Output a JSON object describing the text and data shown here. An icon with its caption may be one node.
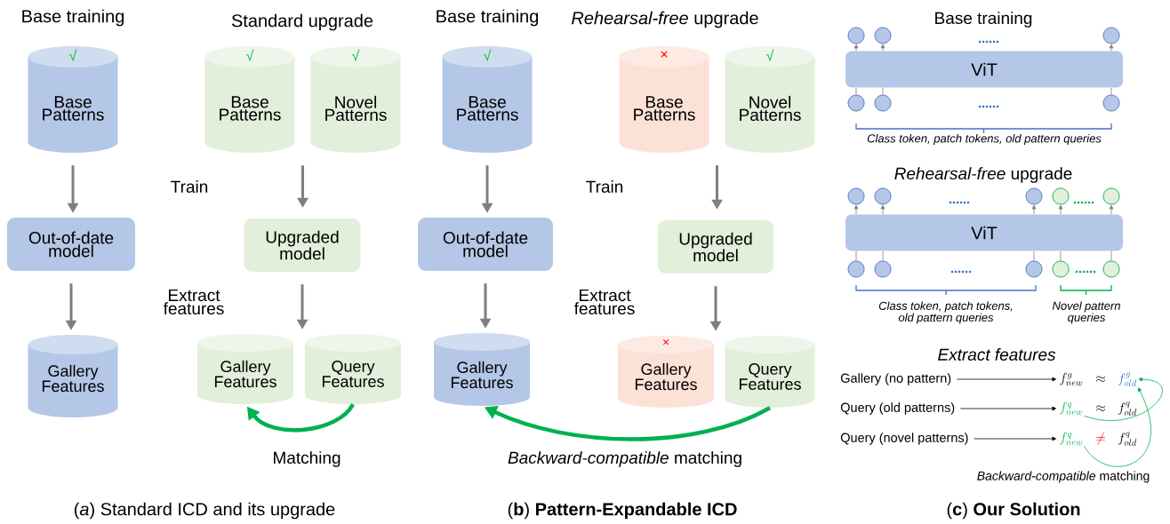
{
  "diagram": {
    "nodes": [
      {
        "text": [
          "√",
          "Base Patterns"
        ]
      },
      {
        "text": [
          "Out-of-date model"
        ]
      },
      {
        "text": [
          "Gallery Features"
        ]
      },
      {
        "text": [
          "√",
          "Base Patterns"
        ]
      },
      {
        "text": [
          "√",
          "Novel Patterns"
        ]
      },
      {
        "text": [
          "Upgraded model"
        ]
      },
      {
        "text": [
          "Gallery Features"
        ]
      },
      {
        "text": [
          "Query Features"
        ]
      },
      {
        "text": [
          "√",
          "Base Patterns"
        ]
      },
      {
        "text": [
          "Out-of-date model"
        ]
      },
      {
        "text": [
          "Gallery Features"
        ]
      },
      {
        "text": [
          "×",
          "Base Patterns"
        ]
      },
      {
        "text": [
          "√",
          "Novel Patterns"
        ]
      },
      {
        "text": [
          "Upgraded model"
        ]
      },
      {
        "text": [
          "×",
          "Gallery Features"
        ]
      },
      {
        "text": [
          "Query Features"
        ]
      },
      {
        "text": [],
        "shape": "circle"
      },
      {
        "text": [],
        "shape": "circle"
      },
      {
        "text": [],
        "shape": "circle"
      },
      {
        "text": [
          "ViT"
        ]
      },
      {
        "text": [],
        "shape": "circle"
      },
      {
        "text": [],
        "shape": "circle"
      },
      {
        "text": [],
        "shape": "circle"
      },
      {
        "text": [],
        "shape": "circle"
      },
      {
        "text": [],
        "shape": "circle"
      },
      {
        "text": [],
        "shape": "circle"
      },
      {
        "text": [],
        "shape": "circle"
      },
      {
        "text": [],
        "shape": "circle"
      },
      {
        "text": [
          "ViT"
        ]
      },
      {
        "text": [],
        "shape": "circle"
      },
      {
        "text": [],
        "shape": "circle"
      },
      {
        "text": [],
        "shape": "circle"
      },
      {
        "text": [],
        "shape": "circle"
      },
      {
        "text": [],
        "shape": "circle"
      },
      {
        "text": [
          "Gallery (no pattern)"
        ]
      },
      {
        "text": [
          "f_{new}^{g}"
        ]
      },
      {
        "text": [
          "f_{old}^{g}"
        ]
      },
      {
        "text": [
          "Query (old patterns)"
        ]
      },
      {
        "text": [
          "f_{new}^{q}"
        ]
      },
      {
        "text": [
          "f_{old}^{q}"
        ]
      },
      {
        "text": [
          "Query (novel patterns)"
        ]
      },
      {
        "text": [
          "f_{new}^{q}"
        ]
      },
      {
        "text": [
          "f_{old}^{q}"
        ]
      }
    ],
    "edges": [
      {
        "from": 0,
        "to": 1,
        "arrow": "to",
        "style": "thick"
      },
      {
        "from": 1,
        "to": 2,
        "arrow": "to",
        "style": "thick"
      },
      {
        "from": 3,
        "to": 5,
        "arrow": "to",
        "style": "thick"
      },
      {
        "from": 4,
        "to": 5,
        "arrow": "to",
        "style": "thick"
      },
      {
        "from": 5,
        "to": 6,
        "arrow": "to",
        "style": "thick"
      },
      {
        "from": 5,
        "to": 7,
        "arrow": "to",
        "style": "thick"
      },
      {
        "from": 7,
        "to": 6,
        "arrow": "to",
        "style": "thick",
        "color": "#00b050"
      },
      {
        "from": 8,
        "to": 9,
        "arrow": "to",
        "style": "thick"
      },
      {
        "from": 9,
        "to": 10,
        "arrow": "to",
        "style": "thick"
      },
      {
        "from": 11,
        "to": 13,
        "arrow": "to",
        "style": "thick"
      },
      {
        "from": 12,
        "to": 13,
        "arrow": "to",
        "style": "thick"
      },
      {
        "from": 13,
        "to": 14,
        "arrow": "to",
        "style": "thick"
      },
      {
        "from": 13,
        "to": 15,
        "arrow": "to",
        "style": "thick"
      },
      {
        "from": 15,
        "to": 10,
        "arrow": "to",
        "style": "thick",
        "color": "#00b050"
      },
      {
        "from": 19,
        "to": 16,
        "arrow": "to"
      },
      {
        "from": 19,
        "to": 17,
        "arrow": "to"
      },
      {
        "from": 19,
        "to": 18,
        "arrow": "to"
      },
      {
        "from": 20,
        "to": 19,
        "arrow": "none"
      },
      {
        "from": 21,
        "to": 19,
        "arrow": "none"
      },
      {
        "from": 22,
        "to": 19,
        "arrow": "none"
      },
      {
        "from": 28,
        "to": 23,
        "arrow": "to"
      },
      {
        "from": 28,
        "to": 24,
        "arrow": "to"
      },
      {
        "from": 28,
        "to": 25,
        "arrow": "to"
      },
      {
        "from": 28,
        "to": 26,
        "arrow": "to"
      },
      {
        "from": 28,
        "to": 27,
        "arrow": "to"
      },
      {
        "from": 29,
        "to": 28,
        "arrow": "none"
      },
      {
        "from": 30,
        "to": 28,
        "arrow": "none"
      },
      {
        "from": 31,
        "to": 28,
        "arrow": "none"
      },
      {
        "from": 32,
        "to": 28,
        "arrow": "none"
      },
      {
        "from": 33,
        "to": 28,
        "arrow": "none"
      },
      {
        "from": 34,
        "to": 35,
        "arrow": "to",
        "color": "#000000"
      },
      {
        "from": 37,
        "to": 38,
        "arrow": "to",
        "color": "#000000"
      },
      {
        "from": 40,
        "to": 41,
        "arrow": "to",
        "color": "#000000"
      },
      {
        "from": 38,
        "to": 36,
        "arrow": "to",
        "color": "#00b050"
      },
      {
        "from": 41,
        "to": 36,
        "arrow": "to",
        "color": "#00b050"
      }
    ],
    "labels": [
      "Base training",
      "Standard upgrade",
      "Base training",
      "*Rehearsal-free* upgrade",
      "Base training",
      "Train",
      "Train",
      "Extract features",
      "Extract features",
      "Class token, patch tokens, old pattern queries",
      "*Rehearsal-free* upgrade",
      "Class token, patch tokens, old pattern queries",
      "Novel pattern queries",
      "Extract features",
      "\\approx",
      "\\approx",
      "\\neq",
      "Matching",
      "*Backward-compatible* matching",
      "*Backward-compatible* matching",
      "(*a*) Standard ICD and its upgrade",
      "(**b**) **Pattern-Expandable ICD**",
      "(**c**) **Our Solution**"
    ]
  }
}
